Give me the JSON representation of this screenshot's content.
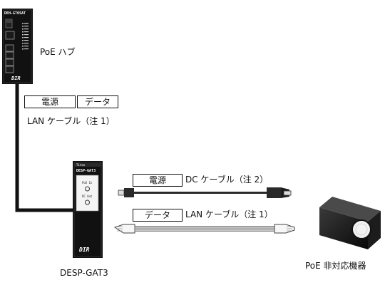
{
  "hub": {
    "model": "DEH-GT0SAT",
    "label": "PoE ハブ",
    "logo": "DIR"
  },
  "upper_link": {
    "tag_power": "電源",
    "tag_data": "データ",
    "cable_label": "LAN ケーブル（注 1）"
  },
  "converter": {
    "brand": "Titan",
    "model": "DESP-GAT3",
    "port_poe_in": "PoE In",
    "port_dc_out": "DC Out",
    "logo": "DIR",
    "caption": "DESP-GAT3"
  },
  "dc_link": {
    "tag": "電源",
    "cable_label": "DC ケーブル（注 2）"
  },
  "lan_link": {
    "tag": "データ",
    "cable_label": "LAN ケーブル（注 1）"
  },
  "device": {
    "label": "PoE 非対応機器"
  },
  "colors": {
    "device_black": "#111111",
    "cable_gray": "#b5b5b5",
    "dc_cable": "#2a2a2a",
    "lens_light": "#f2f2f2"
  }
}
